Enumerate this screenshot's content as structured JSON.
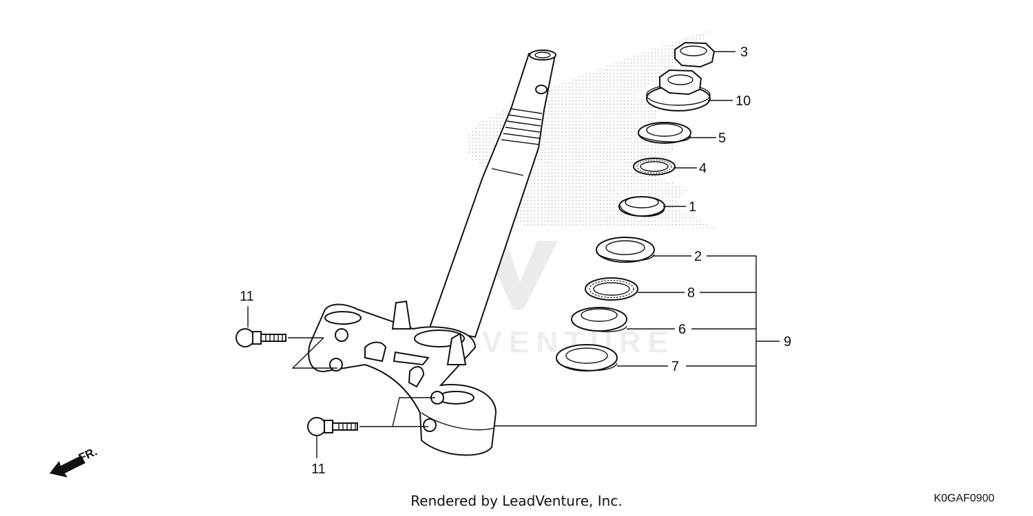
{
  "diagram": {
    "callouts": [
      {
        "id": "3",
        "label": "3"
      },
      {
        "id": "10",
        "label": "10"
      },
      {
        "id": "5",
        "label": "5"
      },
      {
        "id": "4",
        "label": "4"
      },
      {
        "id": "1",
        "label": "1"
      },
      {
        "id": "2",
        "label": "2"
      },
      {
        "id": "8",
        "label": "8"
      },
      {
        "id": "6",
        "label": "6"
      },
      {
        "id": "7",
        "label": "7"
      },
      {
        "id": "9",
        "label": "9"
      },
      {
        "id": "11a",
        "label": "11"
      },
      {
        "id": "11b",
        "label": "11"
      }
    ],
    "direction_label": "FR.",
    "watermark_text": "LEADVENTURE"
  },
  "footer": {
    "credit": "Rendered by LeadVenture, Inc.",
    "code": "K0GAF0900"
  },
  "colors": {
    "ink": "#111111",
    "watermark": "#bdbdbd",
    "background": "#ffffff"
  }
}
